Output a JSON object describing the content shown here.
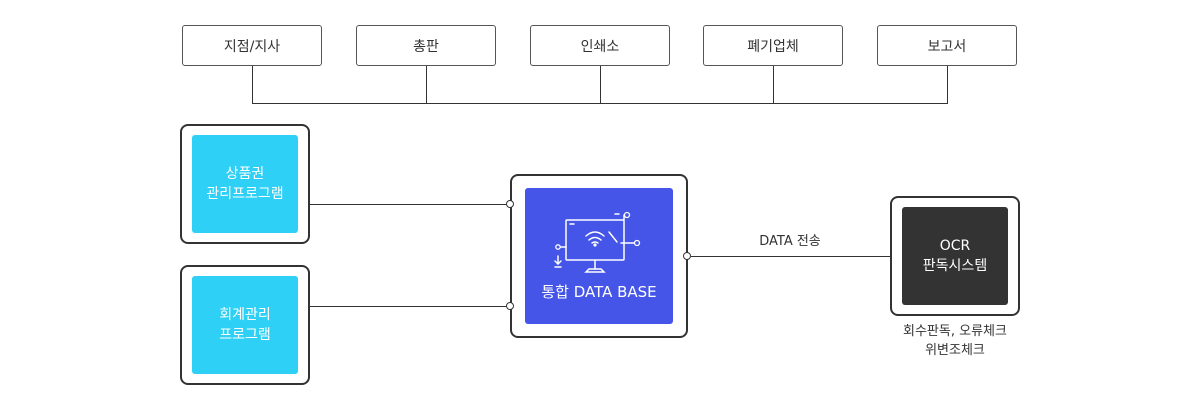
{
  "top_boxes": [
    "지점/지사",
    "총판",
    "인쇄소",
    "폐기업체",
    "보고서"
  ],
  "left_programs": {
    "gift_card": [
      "상품권",
      "관리프로그램"
    ],
    "accounting": [
      "회계관리",
      "프로그램"
    ]
  },
  "database": {
    "label": "통합 DATA BASE",
    "icon": "monitor-wifi-icon"
  },
  "transfer_label": "DATA 전송",
  "ocr": {
    "title_lines": [
      "OCR",
      "판독시스템"
    ],
    "caption_lines": [
      "회수판독, 오류체크",
      "위변조체크"
    ]
  },
  "colors": {
    "cyan": "#2fd0f5",
    "blue": "#4455e8",
    "dark": "#333333"
  }
}
